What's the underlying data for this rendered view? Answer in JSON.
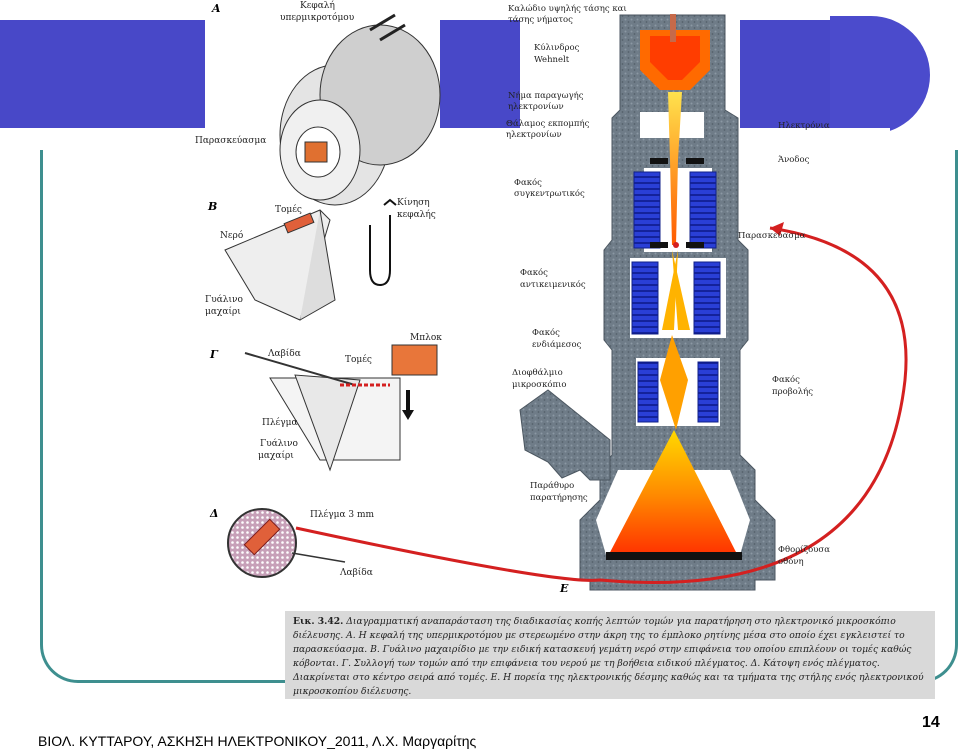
{
  "diagram": {
    "panel_labels": [
      "Α",
      "Β",
      "Γ",
      "Δ",
      "Ε"
    ],
    "left_labels": {
      "head": [
        "Κεφαλή",
        "υπερμικροτόμου"
      ],
      "specimen": "Παρασκεύασμα",
      "sections": "Τομές",
      "head_motion": [
        "Κίνηση",
        "κεφαλής"
      ],
      "water": "Νερό",
      "glass_knife_b": [
        "Γυάλινο",
        "μαχαίρι"
      ],
      "forceps": "Λαβίδα",
      "sections_g": "Τομές",
      "block": "Μπλοκ",
      "grid": "Πλέγμα",
      "glass_knife_g": [
        "Γυάλινο",
        "μαχαίρι"
      ],
      "grid_3mm": "Πλέγμα 3 mm",
      "forceps_d": "Λαβίδα"
    },
    "microscope_labels": {
      "cable": [
        "Καλώδιο υψηλής τάσης και",
        "τάσης νήματος"
      ],
      "wehnelt": [
        "Κύλινδρος",
        "Wehnelt"
      ],
      "filament": [
        "Νήμα παραγωγής",
        "ηλεκτρονίων"
      ],
      "chamber": [
        "Θάλαμος εκπομπής",
        "ηλεκτρονίων"
      ],
      "electrons": "Ηλεκτρόνια",
      "anode": "Άνοδος",
      "condenser": [
        "Φακός",
        "συγκεντρωτικός"
      ],
      "specimen_e": "Παρασκεύασμα",
      "objective": [
        "Φακός",
        "αντικειμενικός"
      ],
      "intermediate": [
        "Φακός",
        "ενδιάμεσος"
      ],
      "binocular": [
        "Διοφθάλμιο",
        "μικροσκόπιο"
      ],
      "projector": [
        "Φακός",
        "προβολής"
      ],
      "window": [
        "Παράθυρο",
        "παρατήρησης"
      ],
      "screen": [
        "Φθορίζουσα",
        "οθόνη"
      ]
    },
    "caption": {
      "label": "Εικ. 3.42.",
      "text": "Διαγραμματική αναπαράσταση της διαδικασίας κοπής λεπτών τομών για παρατήρηση στο ηλεκτρονικό μικροσκόπιο διέλευσης. Α. Η κεφαλή της υπερμικροτόμου με στερεωμένο στην άκρη της το έμπλοκο ρητίνης μέσα στο οποίο έχει εγκλειστεί το παρασκεύασμα. Β. Γυάλινο μαχαιρίδιο με την ειδική κατασκευή γεμάτη νερό στην επιφάνεια του οποίου επιπλέουν οι τομές καθώς κόβονται. Γ. Συλλογή των τομών από την επιφάνεια του νερού με τη βοήθεια ειδικού πλέγματος. Δ. Κάτοψη ενός πλέγματος. Διακρίνεται στο κέντρο σειρά από τομές. Ε. Η πορεία της ηλεκτρονικής δέσμης καθώς και τα τμήματα της στήλης ενός ηλεκτρονικού μικροσκοπίου διέλευσης."
    }
  },
  "footer": "ΒΙΟΛ. ΚΥΤΤΑΡΟΥ, ΑΣΚΗΣΗ ΗΛΕΚΤΡΟΝΙΚΟΥ_2011, Λ.Χ. Μαργαρίτης",
  "page_number": "14",
  "colors": {
    "frame_blue": "#4848c8",
    "teal": "#3e8f8f",
    "arrow_red": "#d42020",
    "lens_blue": "#2a3fd6",
    "column_gray": "#6e7b86"
  }
}
